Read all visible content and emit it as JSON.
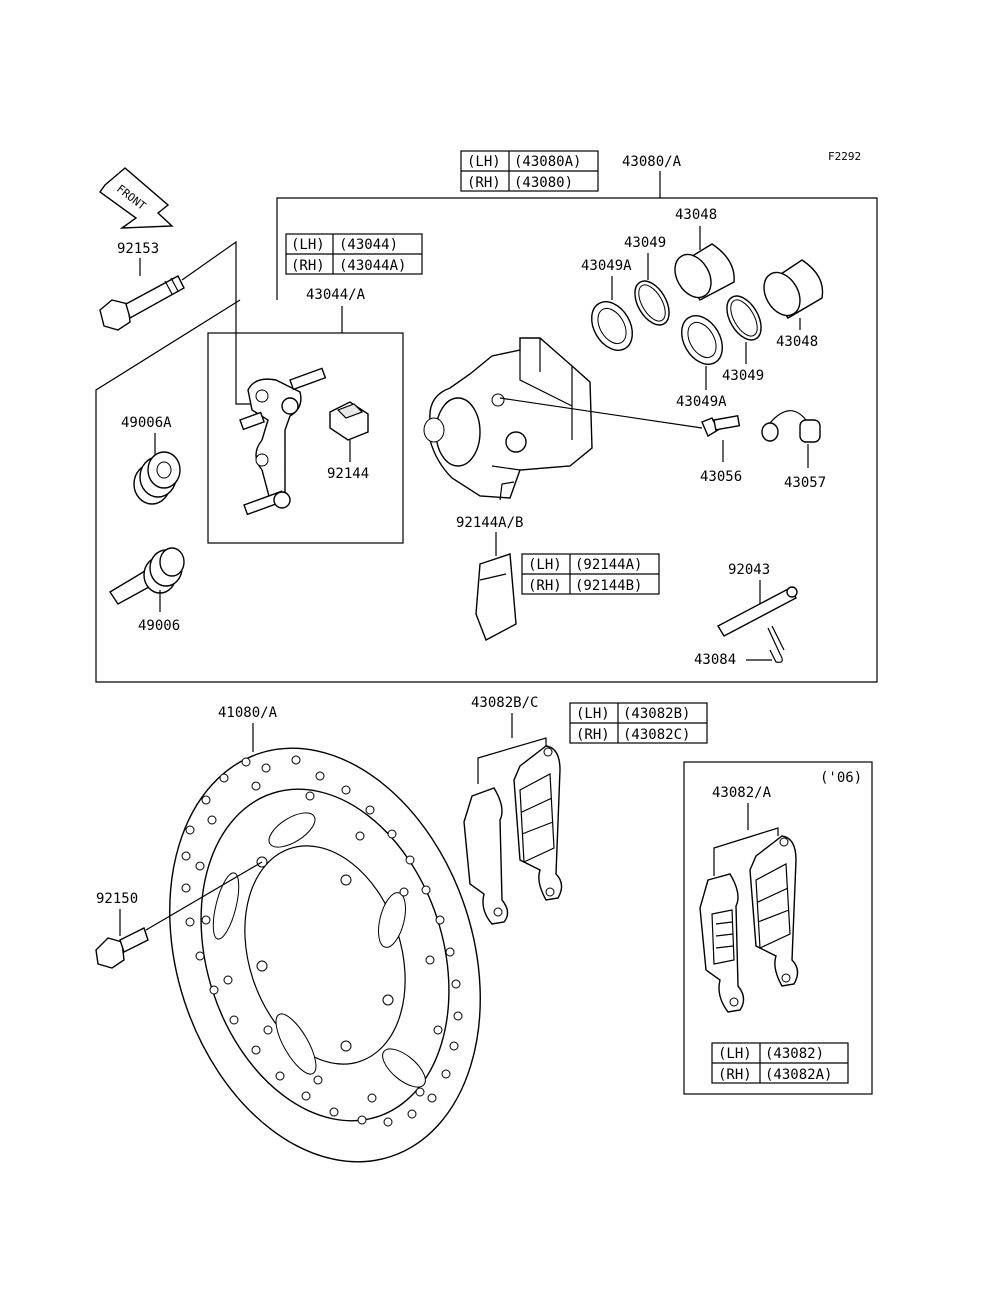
{
  "diagram_code": "F2292",
  "front_label": "FRONT",
  "callouts": {
    "c43080": "43080/A",
    "c43048a": "43048",
    "c43049a": "43049",
    "c43049Aa": "43049A",
    "c43048b": "43048",
    "c43049b": "43049",
    "c43049Ab": "43049A",
    "c43056": "43056",
    "c43057": "43057",
    "c92153": "92153",
    "c43044": "43044/A",
    "c92144": "92144",
    "c49006A": "49006A",
    "c49006": "49006",
    "c92144AB": "92144A/B",
    "c92043": "92043",
    "c43084": "43084",
    "c41080": "41080/A",
    "c43082BC": "43082B/C",
    "c92150": "92150",
    "c43082A": "43082/A",
    "year": "('06)"
  },
  "tables": {
    "t43080": [
      [
        "(LH)",
        "(43080A)"
      ],
      [
        "(RH)",
        "(43080)"
      ]
    ],
    "t43044": [
      [
        "(LH)",
        "(43044)"
      ],
      [
        "(RH)",
        "(43044A)"
      ]
    ],
    "t92144": [
      [
        "(LH)",
        "(92144A)"
      ],
      [
        "(RH)",
        "(92144B)"
      ]
    ],
    "t43082BC": [
      [
        "(LH)",
        "(43082B)"
      ],
      [
        "(RH)",
        "(43082C)"
      ]
    ],
    "t43082": [
      [
        "(LH)",
        "(43082)"
      ],
      [
        "(RH)",
        "(43082A)"
      ]
    ]
  }
}
